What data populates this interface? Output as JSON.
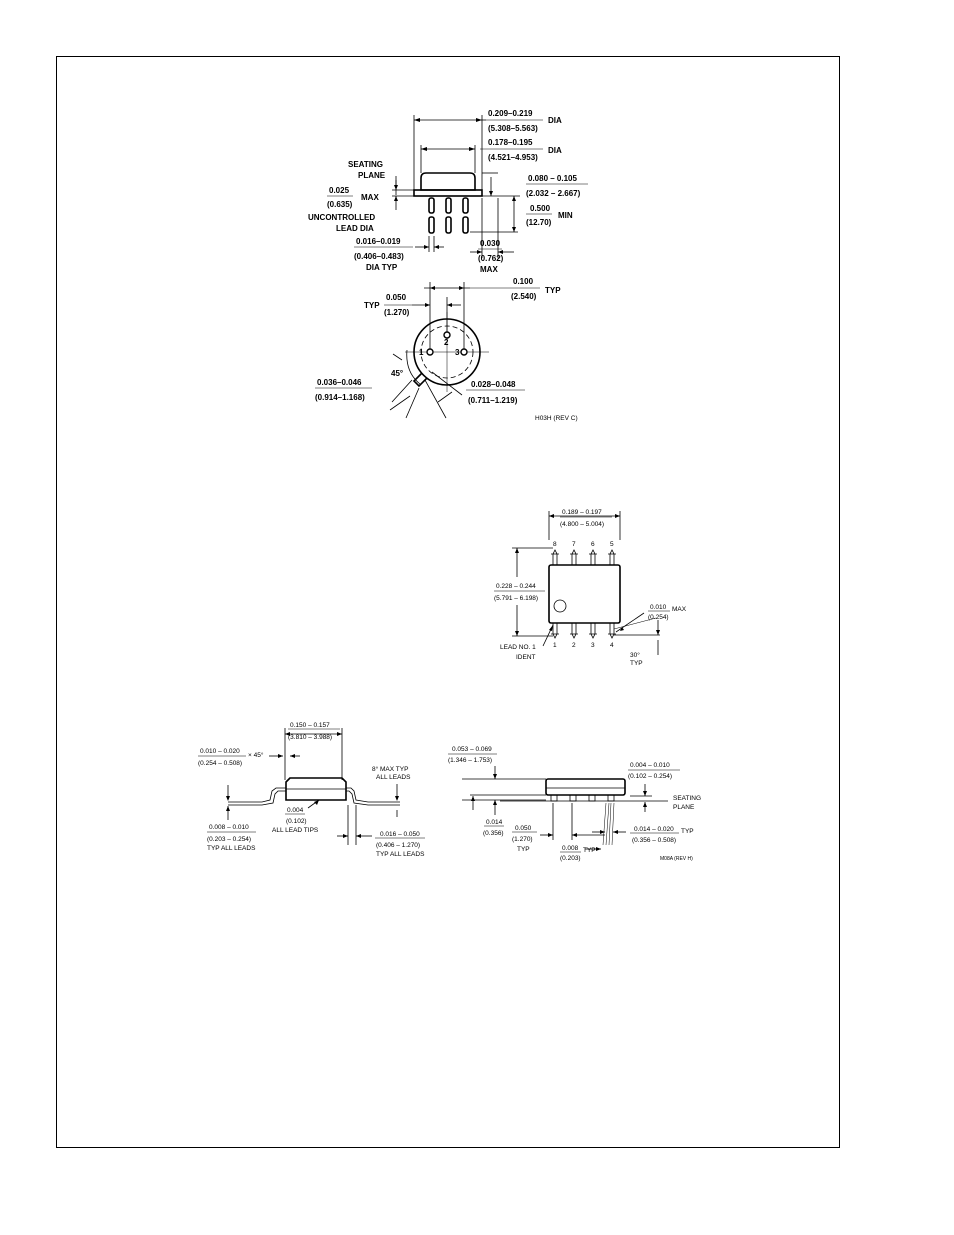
{
  "to_package": {
    "dim_outer_dia": "0.209–0.219",
    "dim_outer_dia_mm": "(5.308–5.563)",
    "dia_label_1": "DIA",
    "dim_body_dia": "0.178–0.195",
    "dim_body_dia_mm": "(4.521–4.953)",
    "dia_label_2": "DIA",
    "seating_plane_1": "SEATING",
    "seating_plane_2": "PLANE",
    "dim_seat_max": "0.025",
    "dim_seat_max_mm": "(0.635)",
    "max_label_1": "MAX",
    "uncontrolled_1": "UNCONTROLLED",
    "uncontrolled_2": "LEAD DIA",
    "dim_height": "0.080 – 0.105",
    "dim_height_mm": "(2.032 – 2.667)",
    "dim_lead_len": "0.500",
    "dim_lead_len_mm": "(12.70)",
    "min_label": "MIN",
    "dim_lead_dia": "0.016–0.019",
    "dim_lead_dia_mm": "(0.406–0.483)",
    "dia_typ": "DIA TYP",
    "dim_flange": "0.030",
    "dim_flange_mm": "(0.762)",
    "max_label_2": "MAX",
    "typ_left": "TYP",
    "dim_pin_spacing": "0.050",
    "dim_pin_spacing_mm": "(1.270)",
    "dim_pin_circle": "0.100",
    "dim_pin_circle_mm": "(2.540)",
    "typ_right": "TYP",
    "pin_1": "1",
    "pin_2": "2",
    "pin_3": "3",
    "angle_45": "45°",
    "dim_tab_w": "0.036–0.046",
    "dim_tab_w_mm": "(0.914–1.168)",
    "dim_tab_l": "0.028–0.048",
    "dim_tab_l_mm": "(0.711–1.219)",
    "drawing_id": "H03H (REV C)"
  },
  "so8_top": {
    "dim_length": "0.189 – 0.197",
    "dim_length_mm": "(4.800 – 5.004)",
    "pins_top": [
      "8",
      "7",
      "6",
      "5"
    ],
    "pins_bottom": [
      "1",
      "2",
      "3",
      "4"
    ],
    "dim_width": "0.228 – 0.244",
    "dim_width_mm": "(5.791 – 6.198)",
    "dim_010": "0.010",
    "dim_010_mm": "(0.254)",
    "max_label": "MAX",
    "lead_ident_1": "LEAD NO. 1",
    "lead_ident_2": "IDENT",
    "angle_30": "30°",
    "angle_typ": "TYP"
  },
  "so8_side": {
    "dim_body_w": "0.150 – 0.157",
    "dim_body_w_mm": "(3.810 – 3.988)",
    "dim_chamfer": "0.010 – 0.020",
    "chamfer_x45": "× 45°",
    "dim_chamfer_mm": "(0.254 – 0.508)",
    "angle_8_1": "8° MAX TYP",
    "angle_8_2": "ALL LEADS",
    "dim_004": "0.004",
    "dim_004_mm": "(0.102)",
    "all_lead_tips": "ALL LEAD TIPS",
    "dim_thk": "0.008 – 0.010",
    "dim_thk_mm": "(0.203 – 0.254)",
    "typ_all_leads_1": "TYP ALL LEADS",
    "dim_foot": "0.016 – 0.050",
    "dim_foot_mm": "(0.406 – 1.270)",
    "typ_all_leads_2": "TYP ALL LEADS"
  },
  "so8_front": {
    "dim_height": "0.053 – 0.069",
    "dim_height_mm": "(1.346 – 1.753)",
    "dim_standoff": "0.004 – 0.010",
    "dim_standoff_mm": "(0.102 – 0.254)",
    "seating_1": "SEATING",
    "seating_2": "PLANE",
    "dim_014": "0.014",
    "dim_014_mm": "(0.356)",
    "dim_pitch": "0.050",
    "dim_pitch_mm": "(1.270)",
    "pitch_typ": "TYP",
    "dim_lead_w": "0.014 – 0.020",
    "dim_lead_w_mm": "(0.356 – 0.508)",
    "lead_w_typ": "TYP",
    "dim_008": "0.008",
    "dim_008_mm": "(0.203)",
    "typ_008": "TYP",
    "drawing_id": "M08A (REV H)"
  }
}
